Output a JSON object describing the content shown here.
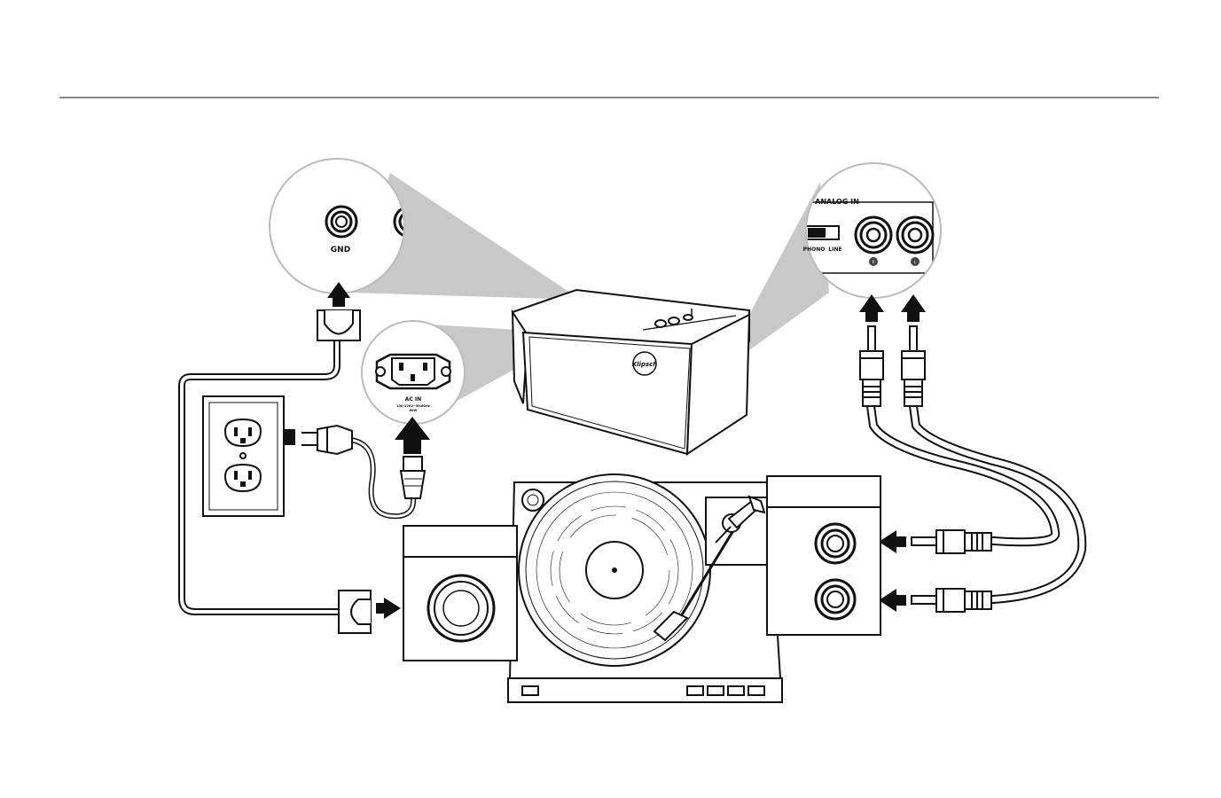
{
  "labels": {
    "gnd": "GND",
    "analog_in": "ANALOG IN",
    "phono": "PHONO",
    "line": "LINE",
    "ac_in": "AC IN",
    "ac_spec": "100-120V~50/60Hz",
    "ac_watt": "80W",
    "jack_r": "R",
    "jack_l": "L"
  },
  "logo_text": "Klipsch",
  "colors": {
    "line": "#111111",
    "callout_fill": "#c8c8c8",
    "background": "#ffffff"
  }
}
